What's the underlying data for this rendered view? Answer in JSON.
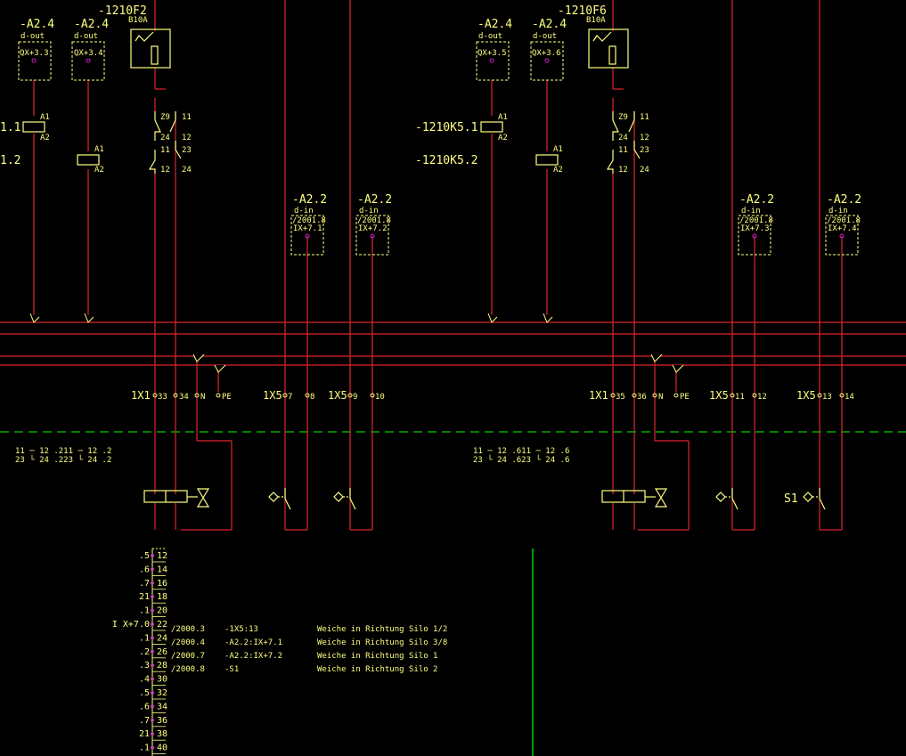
{
  "colors": {
    "background": "#000000",
    "wire": "#e0242e",
    "text": "#ffff80",
    "accent_dash": "#00cc00",
    "pin_marker": "#d020d0",
    "sheet_border": "#00ff00"
  },
  "labels": {
    "f2": "-1210F2",
    "f6": "-1210F6",
    "b10a": "B10A",
    "a24": "-A2.4",
    "a22": "-A2.2",
    "dout": "d-out",
    "din": "d-in",
    "qx33": "QX+3.3",
    "qx34": "QX+3.4",
    "qx35": "QX+3.5",
    "qx36": "QX+3.6",
    "ix71": "IX+7.1",
    "ix72": "IX+7.2",
    "ix73": "IX+7.3",
    "ix74": "IX+7.4",
    "ref2001": "/2001.8",
    "k51": "-1210K5.1",
    "k52": "-1210K5.2",
    "k11frag": "1.1",
    "k12frag": "1.2",
    "a1": "A1",
    "a2": "A2",
    "n11": "11",
    "n12": "12",
    "n23": "23",
    "n24": "24",
    "n13": "13",
    "n14": "14",
    "z9": "Z9",
    "t1x1": "1X1",
    "t1x5": "1X5",
    "t33": "33",
    "t34": "34",
    "t35": "35",
    "t36": "36",
    "tn": "N",
    "tpe": "PE",
    "t7": "7",
    "t8": "8",
    "t9": "9",
    "t10": "10",
    "s1": "S1",
    "xr_a1": "11 ⌐_ 12 .2",
    "xr_a2": "11 ⌐_ 12 .2",
    "xr_b1": "23 └ 24 .2",
    "xr_b2": "23 └ 24 .2",
    "xr_c1": "11 ⌐_ 12 .6",
    "xr_c2": "11 ⌐_ 12 .6",
    "xr_d1": "23 └ 24 .6",
    "xr_d2": "23 └ 24 .6",
    "xref_left_top": "11 ─ 12 .211 ─ 12 .2",
    "xref_left_bot": "23 └ 24 .223 └ 24 .2",
    "xref_right_top": "11 ─ 12 .611 ─ 12 .6",
    "xref_right_bot": "23 └ 24 .623 └ 24 .6"
  },
  "terminal_strip": {
    "numbers": [
      "12",
      "14",
      "16",
      "18",
      "20",
      "22",
      "24",
      "26",
      "28",
      "30",
      "32",
      "34",
      "36",
      "38",
      "40"
    ],
    "left_refs": [
      ".5",
      ".6",
      ".7",
      "21",
      ".1",
      "I X+7.0",
      ".1",
      ".2",
      ".3",
      ".4",
      ".5",
      ".6",
      ".7",
      "21",
      ".1"
    ],
    "rows": [
      {
        "ref": "/2000.3",
        "target": "-1X5:13",
        "desc": "Weiche in Richtung Silo 1/2"
      },
      {
        "ref": "/2000.4",
        "target": "-A2.2:IX+7.1",
        "desc": "Weiche in Richtung Silo 3/8"
      },
      {
        "ref": "/2000.7",
        "target": "-A2.2:IX+7.2",
        "desc": "Weiche in Richtung Silo 1"
      },
      {
        "ref": "/2000.8",
        "target": "-S1",
        "desc": "Weiche in Richtung Silo 2"
      }
    ]
  }
}
